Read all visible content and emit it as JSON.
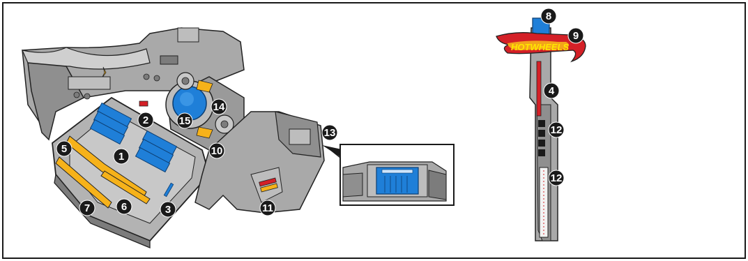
{
  "diagram": {
    "border_color": "#1a1a1a",
    "colors": {
      "playset_gray": "#a9a9a9",
      "playset_dark": "#7c7c7c",
      "playset_light": "#cfcfcf",
      "blue_part": "#1f7fd8",
      "yellow_part": "#f6b21a",
      "red_part": "#d42027",
      "callout_fill": "#1a1a1a"
    },
    "callouts": [
      {
        "id": "1",
        "label": "1"
      },
      {
        "id": "2",
        "label": "2"
      },
      {
        "id": "3",
        "label": "3"
      },
      {
        "id": "4",
        "label": "4"
      },
      {
        "id": "5",
        "label": "5"
      },
      {
        "id": "6",
        "label": "6"
      },
      {
        "id": "7",
        "label": "7"
      },
      {
        "id": "8",
        "label": "8"
      },
      {
        "id": "9",
        "label": "9"
      },
      {
        "id": "10",
        "label": "10"
      },
      {
        "id": "11",
        "label": "11"
      },
      {
        "id": "12a",
        "label": "12"
      },
      {
        "id": "12b",
        "label": "12"
      },
      {
        "id": "13",
        "label": "13"
      },
      {
        "id": "14",
        "label": "14"
      },
      {
        "id": "15",
        "label": "15"
      }
    ],
    "logo": {
      "text": "HOTWHEELS",
      "icon": "hot-wheels-flame-logo"
    },
    "parts": {
      "playset": "playset-illustration",
      "detail_inset": "detail-inset",
      "track_piece": "launcher-track-piece"
    }
  }
}
